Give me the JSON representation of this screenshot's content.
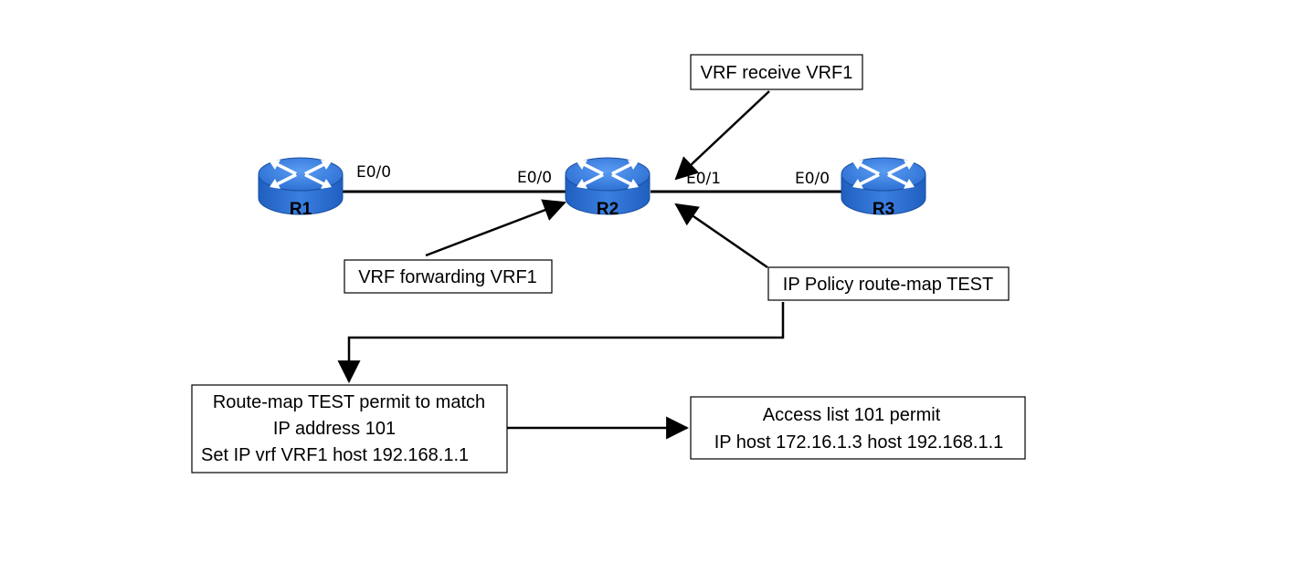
{
  "routers": [
    {
      "name": "R1"
    },
    {
      "name": "R2"
    },
    {
      "name": "R3"
    }
  ],
  "interfaces": {
    "r1_e0_0": "E0/0",
    "r2_e0_0": "E0/0",
    "r2_e0_1": "E0/1",
    "r3_e0_0": "E0/0"
  },
  "boxes": {
    "vrf_receive": "VRF receive VRF1",
    "vrf_forwarding": "VRF forwarding VRF1",
    "ip_policy": "IP Policy route-map TEST",
    "route_map": [
      "Route-map TEST permit to match",
      "IP address 101",
      "Set IP vrf VRF1 host 192.168.1.1"
    ],
    "access_list": [
      "Access list 101 permit",
      "IP host 172.16.1.3 host 192.168.1.1"
    ]
  },
  "colors": {
    "router_top": "#4a88e8",
    "router_side": "#2f6fcf",
    "router_arrows": "#ffffff",
    "lines": "#000000"
  }
}
